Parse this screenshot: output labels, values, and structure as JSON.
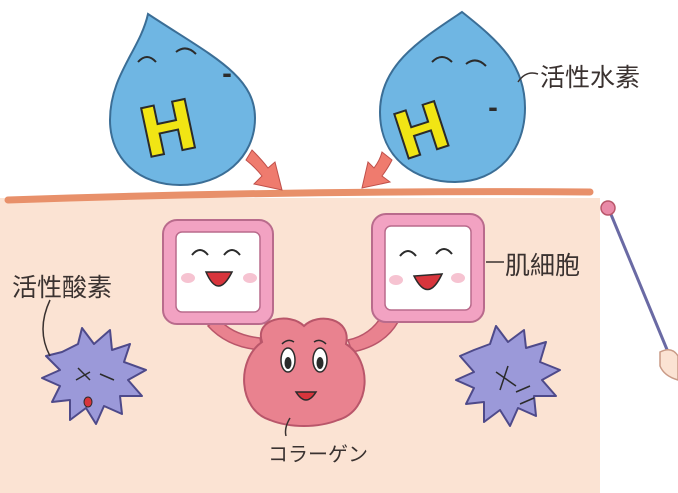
{
  "labels": {
    "active_hydrogen": "活性水素",
    "active_oxygen": "活性酸素",
    "skin_cell": "肌細胞",
    "collagen": "コラーゲン"
  },
  "hydrogen_symbol": {
    "letter": "H",
    "charge": "-"
  },
  "colors": {
    "skin": "#fbe3d3",
    "skin_edge": "#e8906a",
    "drop_fill": "#6fb6e3",
    "h_letter": "#f1e514",
    "arrow": "#ef7b6e",
    "cell_frame": "#f2a2c2",
    "collagen": "#e9828f",
    "radical": "#9b99d9"
  }
}
